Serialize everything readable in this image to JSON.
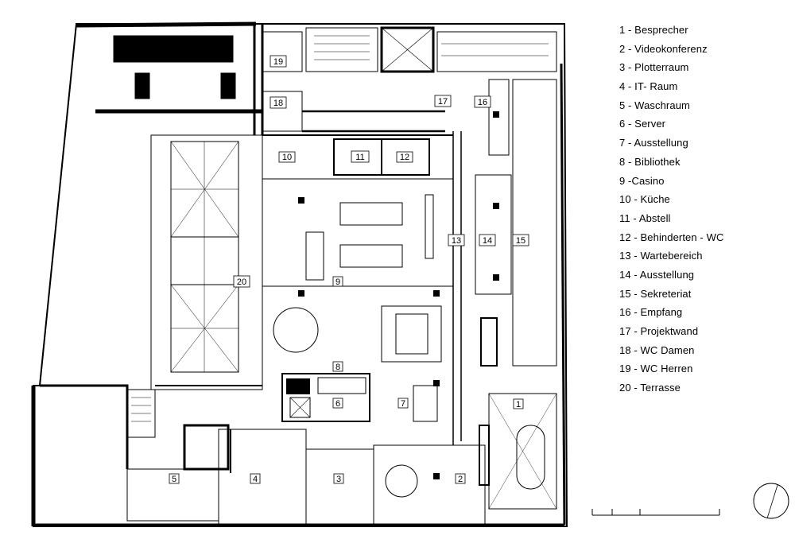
{
  "legend": [
    "1 - Besprecher",
    "2 - Videokonferenz",
    "3 - Plotterraum",
    "4 - IT- Raum",
    "5 - Waschraum",
    "6 - Server",
    "7 - Ausstellung",
    "8 - Bibliothek",
    "9 -Casino",
    "10 - Küche",
    "11 - Abstell",
    "12 - Behinderten - WC",
    "13 - Wartebereich",
    "14 - Ausstellung",
    "15 - Sekreteriat",
    "16 - Empfang",
    "17 - Projektwand",
    "18 - WC Damen",
    "19 - WC Herren",
    "20 - Terrasse"
  ],
  "room_numbers": [
    "1",
    "2",
    "3",
    "4",
    "5",
    "6",
    "7",
    "8",
    "9",
    "10",
    "11",
    "12",
    "13",
    "14",
    "15",
    "16",
    "17",
    "18",
    "19",
    "20"
  ]
}
